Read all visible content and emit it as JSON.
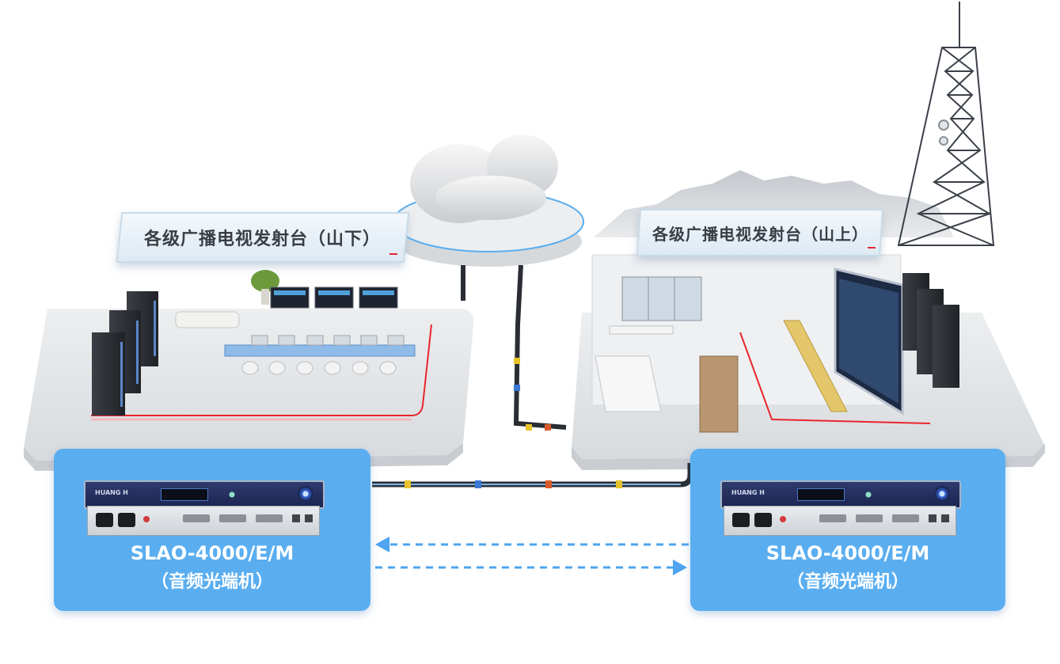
{
  "left_site": {
    "title": "各级广播电视发射台（山下）"
  },
  "right_site": {
    "title": "各级广播电视发射台（山上）"
  },
  "left_device": {
    "model": "SLAO-4000/E/M",
    "type": "（音频光端机）",
    "brand": "HUANG H"
  },
  "right_device": {
    "model": "SLAO-4000/E/M",
    "type": "（音频光端机）",
    "brand": "HUANG H"
  },
  "colors": {
    "card_blue": "#5aaef0",
    "arrow_blue": "#4ea4ee",
    "accent_red": "#e8262c",
    "platform_gray": "#dfe2e5"
  }
}
